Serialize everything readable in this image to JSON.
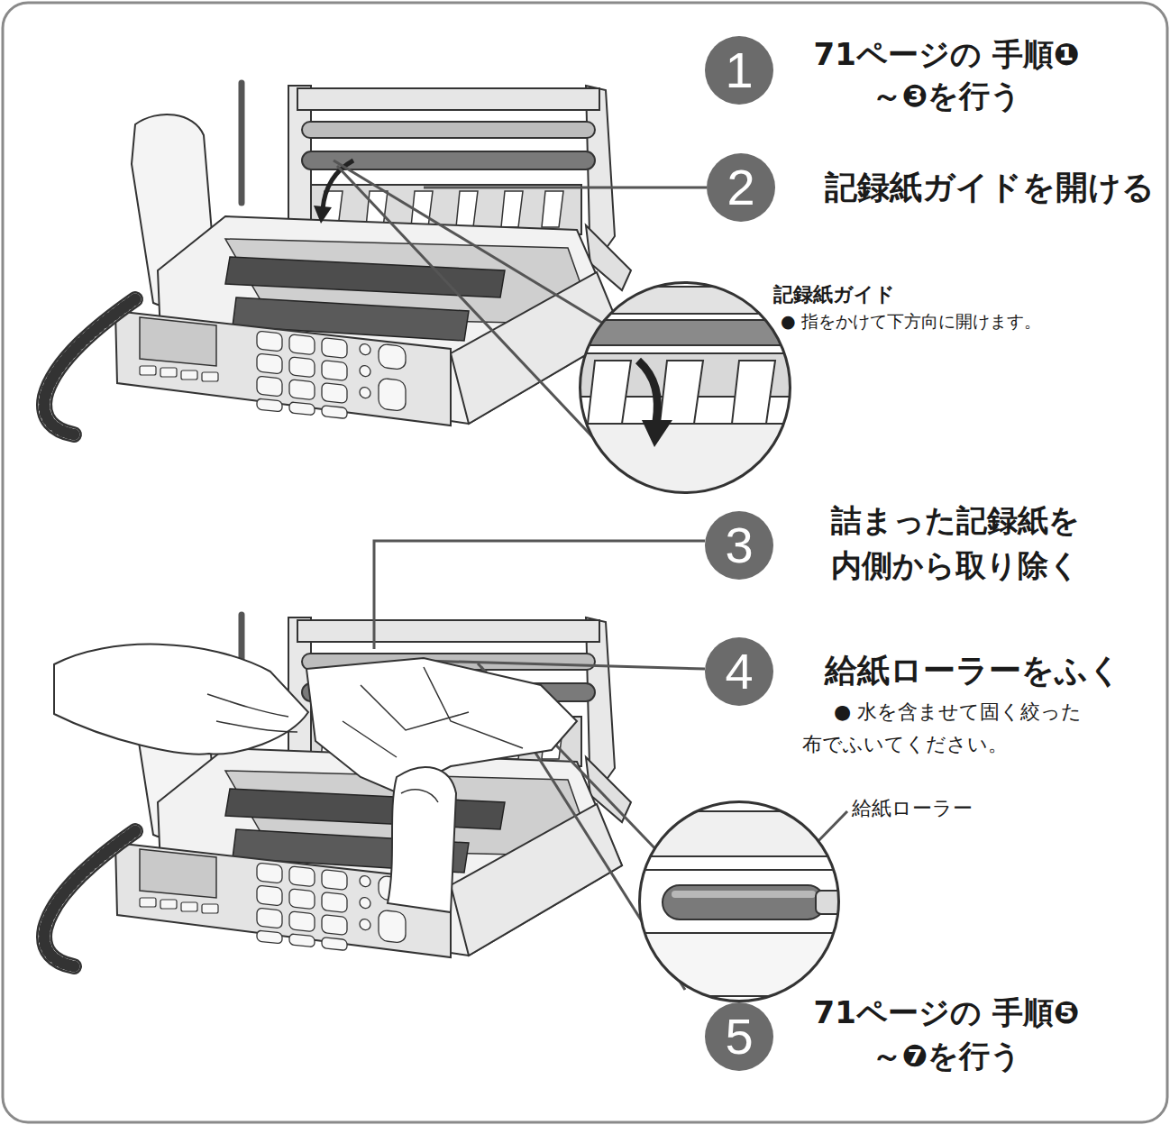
{
  "diagram": {
    "nodes": [
      {
        "text": [
          "1",
          "71ページの 手順❶～❸を行う"
        ]
      },
      {
        "text": [
          "2",
          "記録紙ガイドを開ける"
        ]
      },
      {
        "text": [
          "記録紙ガイド",
          "● 指をかけて下方向に開けます。"
        ]
      },
      {
        "text": [
          "3",
          "詰まった記録紙を 内側から取り除く"
        ]
      },
      {
        "text": [
          "4",
          "給紙ローラーをふく",
          "● 水を含ませて固く絞った 布でふいてください。"
        ]
      },
      {
        "text": [
          "給紙ローラー"
        ]
      },
      {
        "text": [
          "5",
          "71ページの 手順❺～❼を行う"
        ]
      }
    ]
  }
}
